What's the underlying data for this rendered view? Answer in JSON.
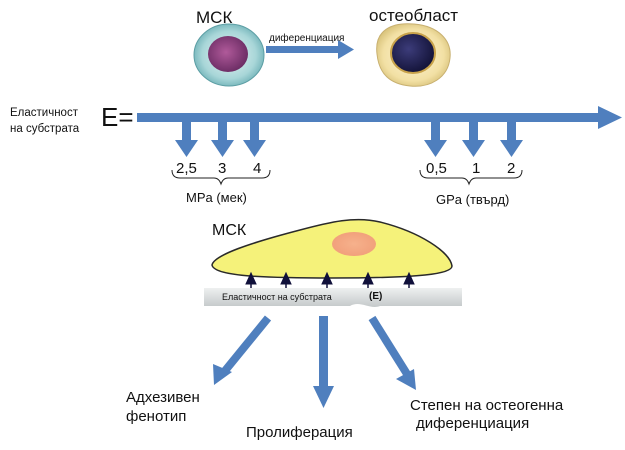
{
  "top": {
    "msc_label": "МСК",
    "arrow_label": "диференциация",
    "osteoblast_label": "остеобласт"
  },
  "elasticity": {
    "label_line1": "Еластичност",
    "label_line2": "на субстрата",
    "symbol": "E="
  },
  "soft": {
    "ticks": [
      "2,5",
      "3",
      "4"
    ],
    "unit": "MPa (мек)"
  },
  "hard": {
    "ticks": [
      "0,5",
      "1",
      "2"
    ],
    "unit": "GPa (твърд)"
  },
  "cell": {
    "label": "МСК",
    "substrate_label": "Еластичност на субстрата",
    "substrate_symbol": "(E)"
  },
  "outcomes": {
    "adhesive_line1": "Адхезивен",
    "adhesive_line2": "фенотип",
    "proliferation": "Пролиферация",
    "osteo_line1": "Степен на остеогенна",
    "osteo_line2": "диференциация"
  },
  "colors": {
    "arrow": "#4f7fbe",
    "cell_fill": "#f5f27a",
    "nucleus": "#f0a07a",
    "substrate": "#d6dadb"
  }
}
